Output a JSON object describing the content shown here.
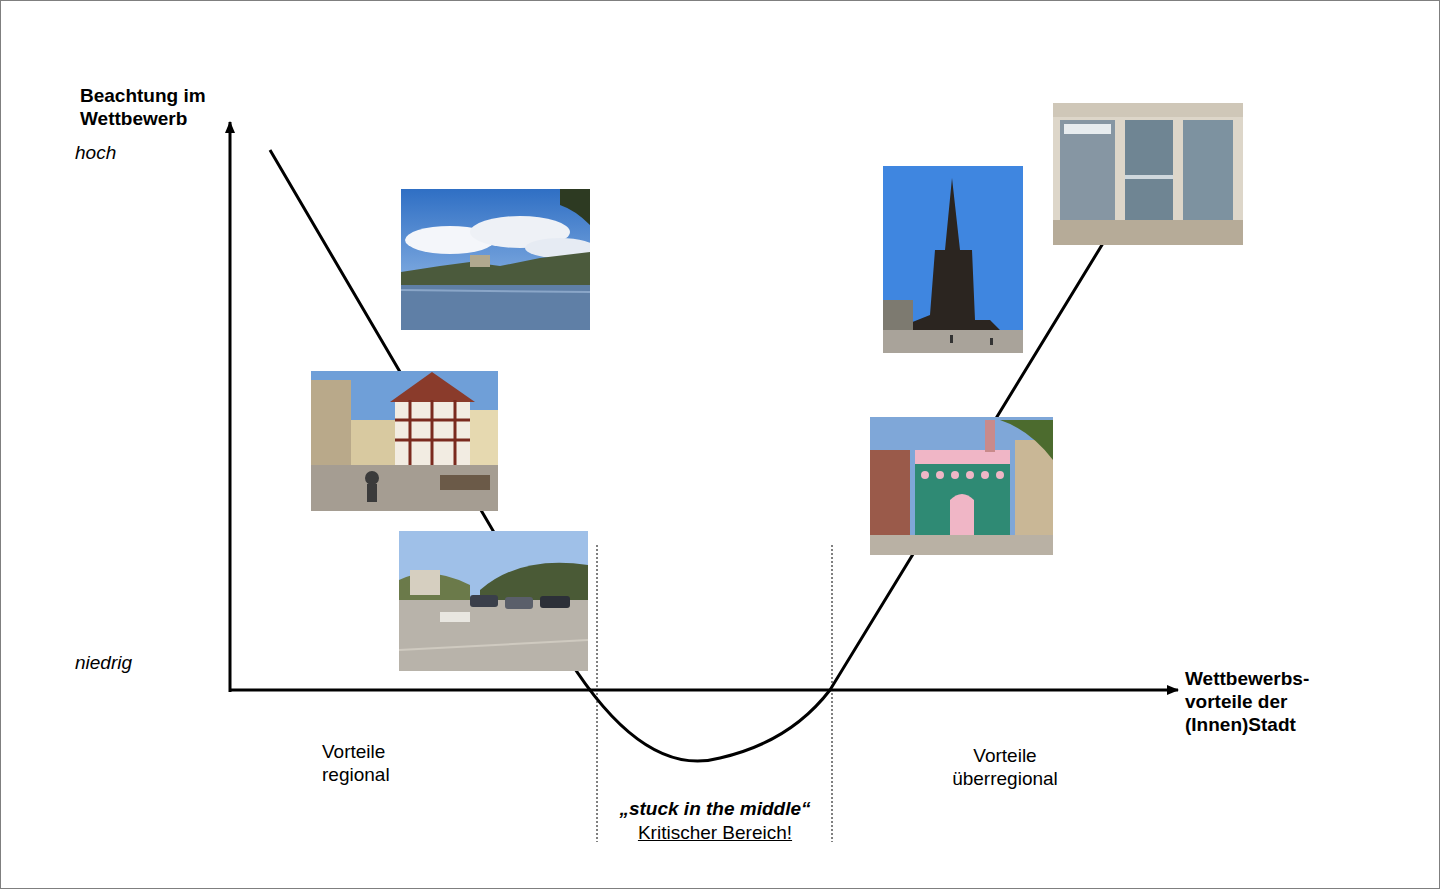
{
  "diagram": {
    "labels": [
      "Beachtung im Wettbewerb",
      "hoch",
      "niedrig",
      "Wettbewerbs- vorteile der (Innen)Stadt",
      "Vorteile regional",
      "„stuck in the middle“",
      "Kritischer Bereich!",
      "Vorteile überregional"
    ]
  }
}
